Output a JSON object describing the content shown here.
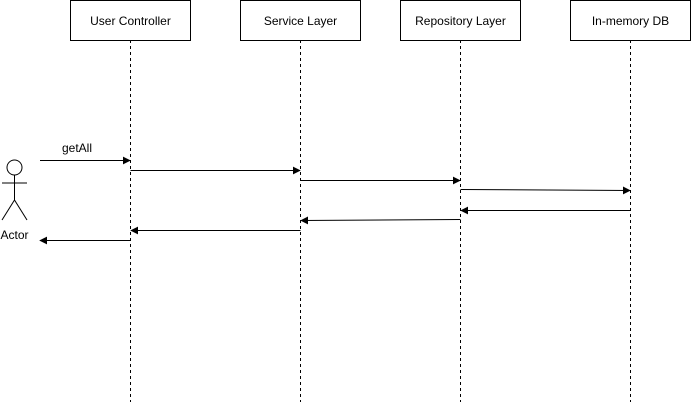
{
  "actor": {
    "label": "Actor"
  },
  "participants": [
    {
      "id": "controller",
      "label": "User Controller"
    },
    {
      "id": "service",
      "label": "Service Layer"
    },
    {
      "id": "repository",
      "label": "Repository Layer"
    },
    {
      "id": "db",
      "label": "In-memory DB"
    }
  ],
  "messages": [
    {
      "from": "actor",
      "to": "controller",
      "label": "getAll"
    },
    {
      "from": "controller",
      "to": "service",
      "label": ""
    },
    {
      "from": "service",
      "to": "repository",
      "label": ""
    },
    {
      "from": "repository",
      "to": "db",
      "label": ""
    },
    {
      "from": "db",
      "to": "repository",
      "label": ""
    },
    {
      "from": "repository",
      "to": "service",
      "label": ""
    },
    {
      "from": "service",
      "to": "controller",
      "label": ""
    },
    {
      "from": "controller",
      "to": "actor",
      "label": ""
    }
  ]
}
